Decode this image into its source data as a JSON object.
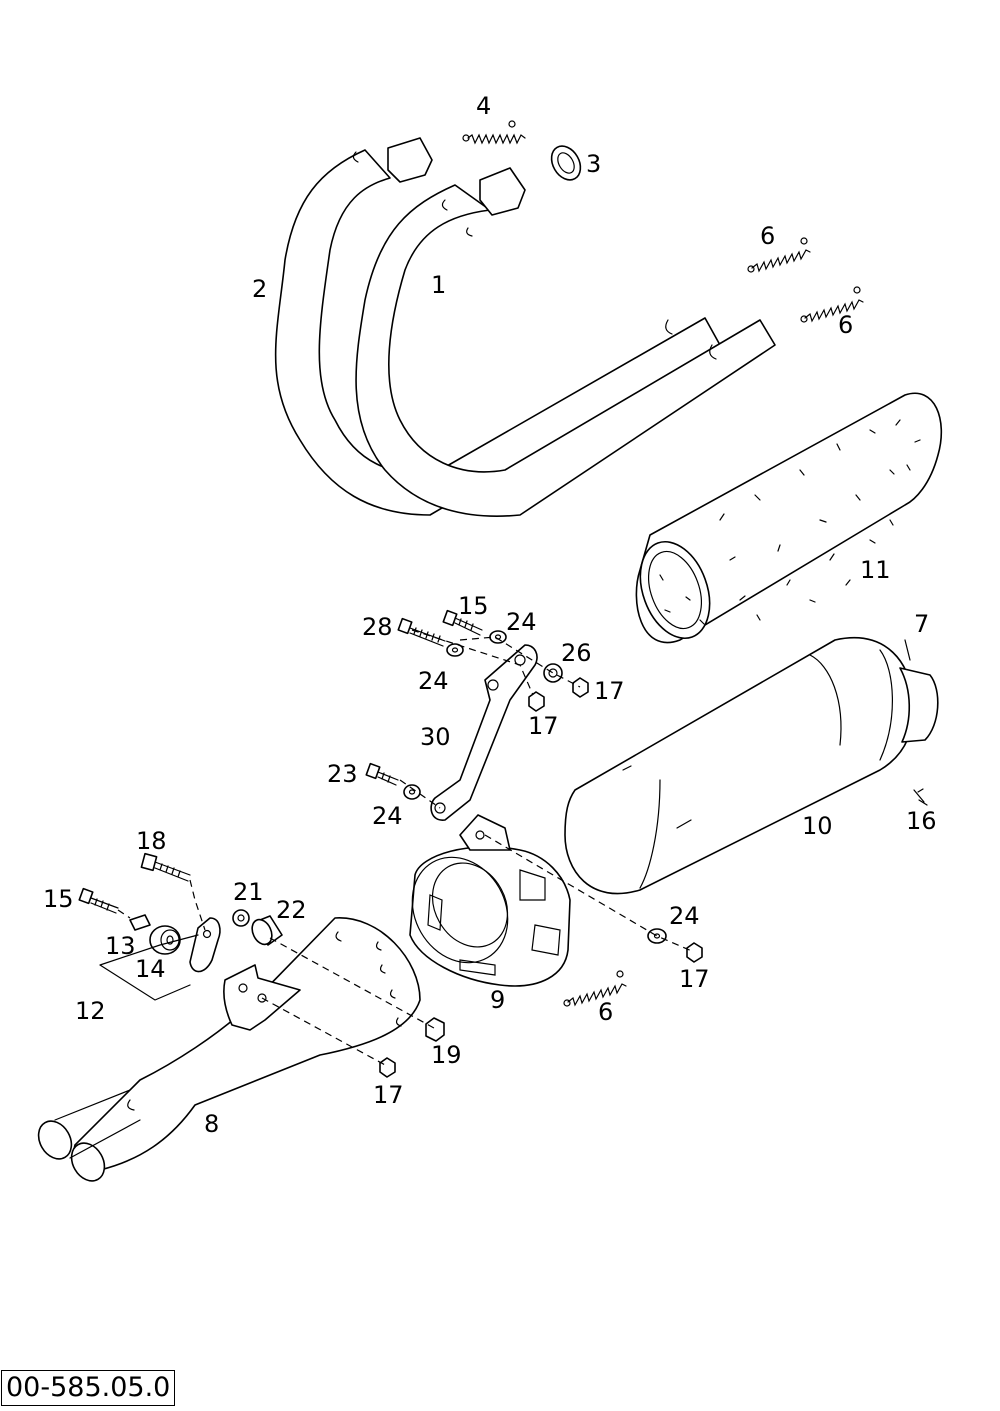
{
  "drawing_number": "00-585.05.0",
  "callouts": {
    "c1": "1",
    "c2": "2",
    "c3": "3",
    "c4": "4",
    "c6a": "6",
    "c6b": "6",
    "c6c": "6",
    "c7": "7",
    "c8": "8",
    "c9": "9",
    "c10": "10",
    "c11": "11",
    "c12": "12",
    "c13": "13",
    "c14": "14",
    "c15a": "15",
    "c15b": "15",
    "c16": "16",
    "c17a": "17",
    "c17b": "17",
    "c17c": "17",
    "c17d": "17",
    "c18": "18",
    "c19": "19",
    "c21": "21",
    "c22": "22",
    "c23": "23",
    "c24a": "24",
    "c24b": "24",
    "c24c": "24",
    "c24d": "24",
    "c26": "26",
    "c28": "28",
    "c30": "30"
  }
}
